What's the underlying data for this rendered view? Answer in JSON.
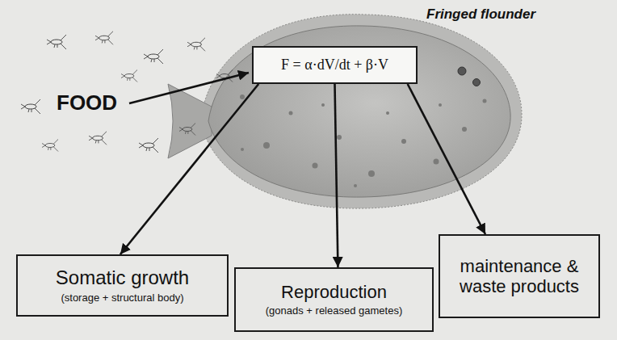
{
  "diagram": {
    "nodes": [
      {
        "text": [
          "F = α·dV/dt + β·V"
        ]
      },
      {
        "text": [
          "Somatic growth",
          "(storage + structural body)"
        ]
      },
      {
        "text": [
          "Reproduction",
          "(gonads + released gametes)"
        ]
      },
      {
        "text": [
          "maintenance & waste products"
        ]
      }
    ],
    "edges": [
      {
        "from": 0,
        "to": 1,
        "arrow": "to"
      },
      {
        "from": 0,
        "to": 2,
        "arrow": "to"
      },
      {
        "from": 0,
        "to": 3,
        "arrow": "to"
      }
    ],
    "labels": [
      "Fringed flounder",
      "FOOD"
    ]
  }
}
